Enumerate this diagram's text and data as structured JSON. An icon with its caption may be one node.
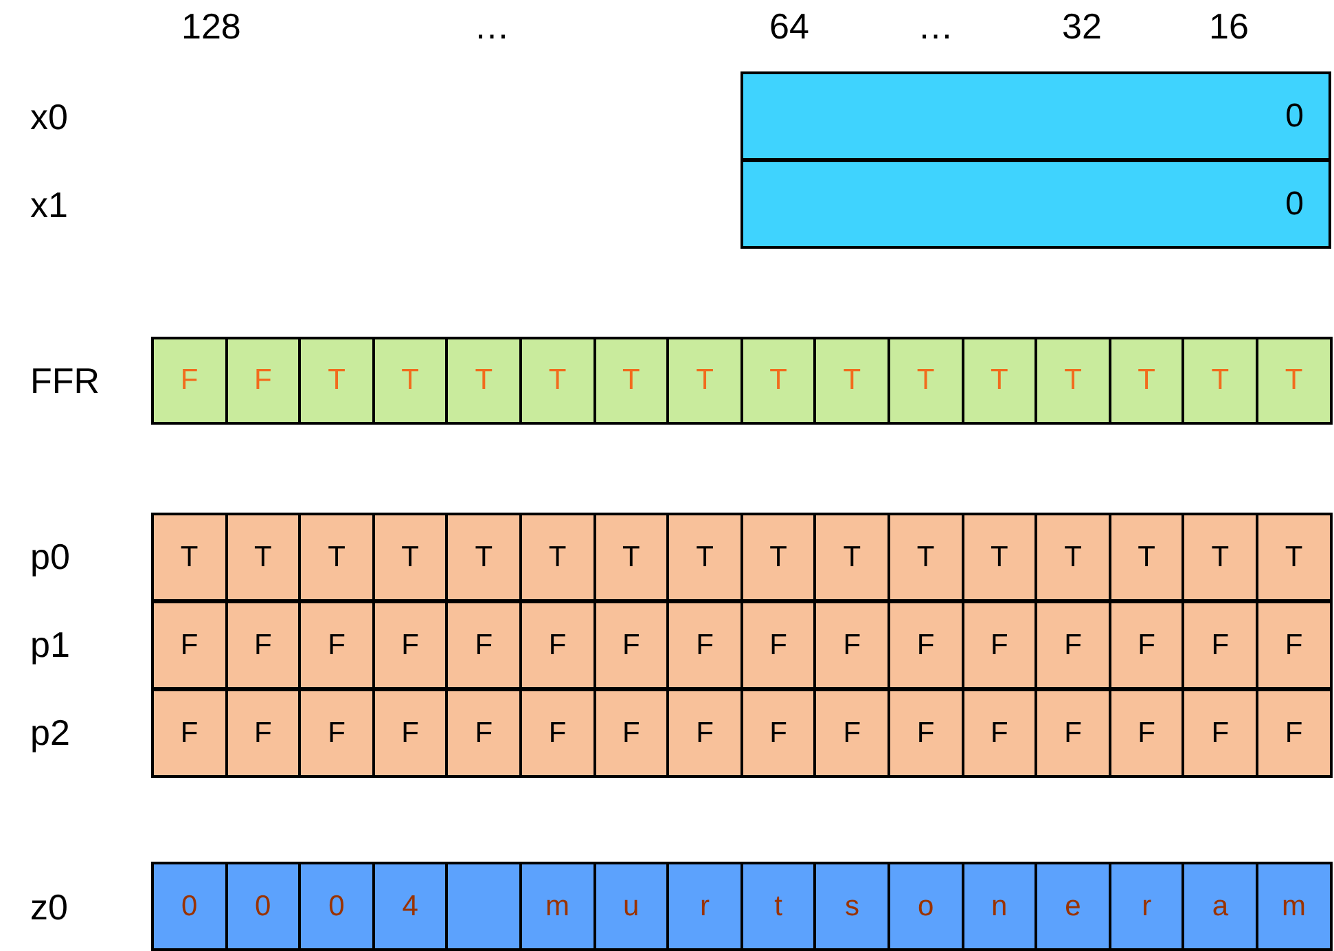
{
  "diagram": {
    "nodes": [
      {
        "text": [
          "0"
        ]
      },
      {
        "text": [
          "0"
        ]
      },
      {
        "text": [
          "F"
        ]
      },
      {
        "text": [
          "F"
        ]
      },
      {
        "text": [
          "T"
        ]
      },
      {
        "text": [
          "T"
        ]
      },
      {
        "text": [
          "T"
        ]
      },
      {
        "text": [
          "T"
        ]
      },
      {
        "text": [
          "T"
        ]
      },
      {
        "text": [
          "T"
        ]
      },
      {
        "text": [
          "T"
        ]
      },
      {
        "text": [
          "T"
        ]
      },
      {
        "text": [
          "T"
        ]
      },
      {
        "text": [
          "T"
        ]
      },
      {
        "text": [
          "T"
        ]
      },
      {
        "text": [
          "T"
        ]
      },
      {
        "text": [
          "T"
        ]
      },
      {
        "text": [
          "T"
        ]
      },
      {
        "text": [
          "T"
        ]
      },
      {
        "text": [
          "T"
        ]
      },
      {
        "text": [
          "T"
        ]
      },
      {
        "text": [
          "T"
        ]
      },
      {
        "text": [
          "T"
        ]
      },
      {
        "text": [
          "T"
        ]
      },
      {
        "text": [
          "T"
        ]
      },
      {
        "text": [
          "T"
        ]
      },
      {
        "text": [
          "T"
        ]
      },
      {
        "text": [
          "T"
        ]
      },
      {
        "text": [
          "T"
        ]
      },
      {
        "text": [
          "T"
        ]
      },
      {
        "text": [
          "T"
        ]
      },
      {
        "text": [
          "T"
        ]
      },
      {
        "text": [
          "T"
        ]
      },
      {
        "text": [
          "T"
        ]
      },
      {
        "text": [
          "F"
        ]
      },
      {
        "text": [
          "F"
        ]
      },
      {
        "text": [
          "F"
        ]
      },
      {
        "text": [
          "F"
        ]
      },
      {
        "text": [
          "F"
        ]
      },
      {
        "text": [
          "F"
        ]
      },
      {
        "text": [
          "F"
        ]
      },
      {
        "text": [
          "F"
        ]
      },
      {
        "text": [
          "F"
        ]
      },
      {
        "text": [
          "F"
        ]
      },
      {
        "text": [
          "F"
        ]
      },
      {
        "text": [
          "F"
        ]
      },
      {
        "text": [
          "F"
        ]
      },
      {
        "text": [
          "F"
        ]
      },
      {
        "text": [
          "F"
        ]
      },
      {
        "text": [
          "F"
        ]
      },
      {
        "text": [
          "F"
        ]
      },
      {
        "text": [
          "F"
        ]
      },
      {
        "text": [
          "F"
        ]
      },
      {
        "text": [
          "F"
        ]
      },
      {
        "text": [
          "F"
        ]
      },
      {
        "text": [
          "F"
        ]
      },
      {
        "text": [
          "F"
        ]
      },
      {
        "text": [
          "F"
        ]
      },
      {
        "text": [
          "F"
        ]
      },
      {
        "text": [
          "F"
        ]
      },
      {
        "text": [
          "F"
        ]
      },
      {
        "text": [
          "F"
        ]
      },
      {
        "text": [
          "F"
        ]
      },
      {
        "text": [
          "F"
        ]
      },
      {
        "text": [
          "F"
        ]
      },
      {
        "text": [
          "F"
        ]
      },
      {
        "text": [
          "0"
        ]
      },
      {
        "text": [
          "0"
        ]
      },
      {
        "text": [
          "0"
        ]
      },
      {
        "text": [
          "4"
        ]
      },
      {
        "text": [],
        "shape": "box"
      },
      {
        "text": [
          "m"
        ]
      },
      {
        "text": [
          "u"
        ]
      },
      {
        "text": [
          "r"
        ]
      },
      {
        "text": [
          "t"
        ]
      },
      {
        "text": [
          "s"
        ]
      },
      {
        "text": [
          "o"
        ]
      },
      {
        "text": [
          "n"
        ]
      },
      {
        "text": [
          "e"
        ]
      },
      {
        "text": [
          "r"
        ]
      },
      {
        "text": [
          "a"
        ]
      },
      {
        "text": [
          "m"
        ]
      }
    ],
    "labels": [
      "128",
      "…",
      "64",
      "…",
      "32",
      "16",
      "x0",
      "x1",
      "FFR",
      "p0",
      "p1",
      "p2",
      "z0"
    ]
  }
}
